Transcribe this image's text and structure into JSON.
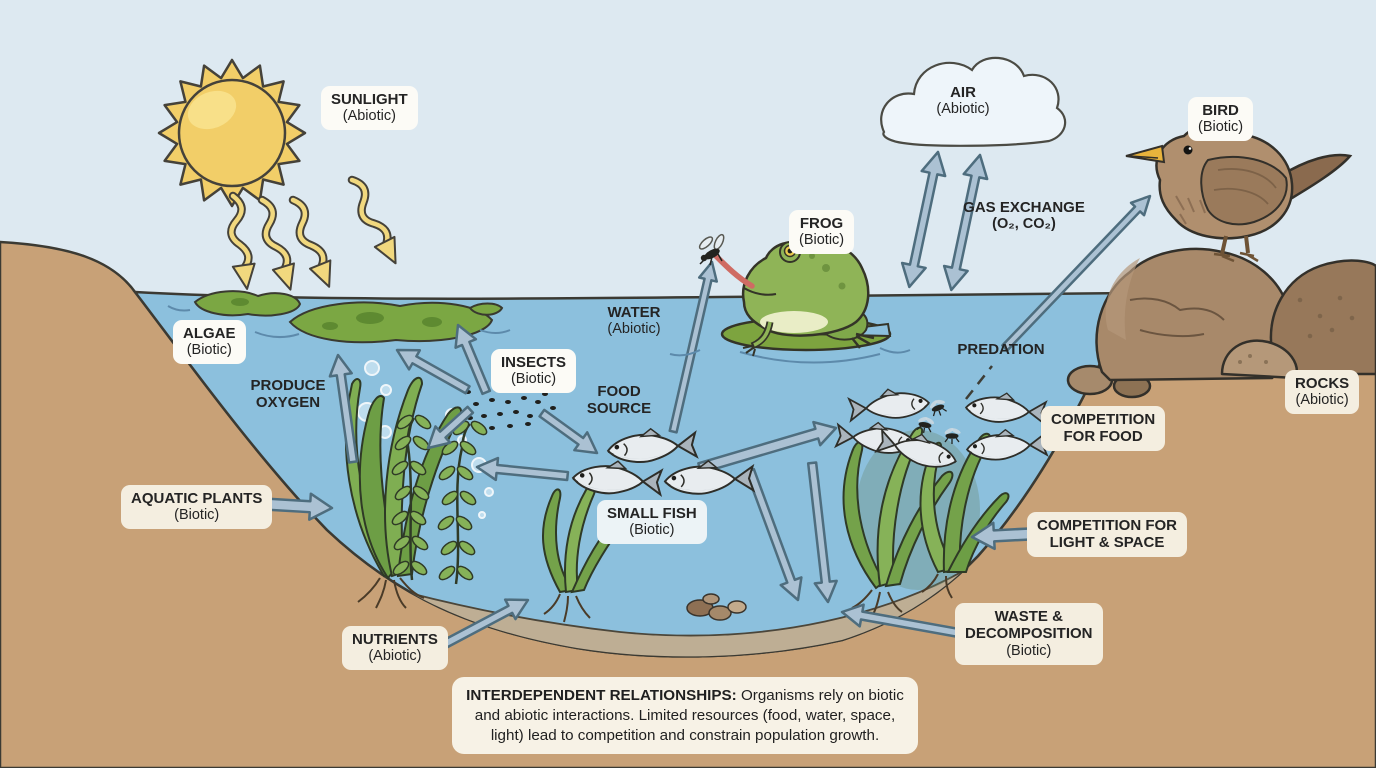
{
  "labels": {
    "sunlight": {
      "title": "SUNLIGHT",
      "subtitle": "(Abiotic)"
    },
    "air": {
      "title": "AIR",
      "subtitle": "(Abiotic)"
    },
    "bird": {
      "title": "BIRD",
      "subtitle": "(Biotic)"
    },
    "gas_exchange": {
      "title": "GAS EXCHANGE",
      "subtitle": "(O₂, CO₂)"
    },
    "frog": {
      "title": "FROG",
      "subtitle": "(Biotic)"
    },
    "water": {
      "title": "WATER",
      "subtitle": "(Abiotic)"
    },
    "algae": {
      "title": "ALGAE",
      "subtitle": "(Biotic)"
    },
    "produce_oxygen": {
      "title": "PRODUCE\nOXYGEN",
      "subtitle": ""
    },
    "insects": {
      "title": "INSECTS",
      "subtitle": "(Biotic)"
    },
    "food_source": {
      "title": "FOOD\nSOURCE",
      "subtitle": ""
    },
    "small_fish": {
      "title": "SMALL FISH",
      "subtitle": "(Biotic)"
    },
    "aquatic_plants": {
      "title": "AQUATIC PLANTS",
      "subtitle": "(Biotic)"
    },
    "predation": {
      "title": "PREDATION",
      "subtitle": ""
    },
    "competition_food": {
      "title": "COMPETITION\nFOR FOOD",
      "subtitle": ""
    },
    "competition_light": {
      "title": "COMPETITION FOR\nLIGHT & SPACE",
      "subtitle": ""
    },
    "rocks": {
      "title": "ROCKS",
      "subtitle": "(Abiotic)"
    },
    "waste": {
      "title": "WASTE &\nDECOMPOSITION",
      "subtitle": "(Biotic)"
    },
    "nutrients": {
      "title": "NUTRIENTS",
      "subtitle": "(Abiotic)"
    }
  },
  "note": {
    "lead": "INTERDEPENDENT RELATIONSHIPS:",
    "body": "Organisms rely on biotic and abiotic interactions. Limited resources (food, water, space, light) lead to competition and constrain population growth."
  },
  "relationships": [
    {
      "from": "sunlight",
      "to": "algae-water-surface"
    },
    {
      "from": "water",
      "to": "air",
      "meaning": "gas exchange (O₂, CO₂)",
      "bidirectional": true
    },
    {
      "from": "algae",
      "to": "water",
      "meaning": "produce oxygen"
    },
    {
      "from": "insects",
      "to": "algae"
    },
    {
      "from": "insects",
      "to": "aquatic-plants"
    },
    {
      "from": "insects",
      "to": "small-fish",
      "meaning": "food source"
    },
    {
      "from": "small-fish",
      "to": "frog",
      "meaning": "food source"
    },
    {
      "from": "small-fish",
      "to": "fish-school",
      "meaning": "competition for food"
    },
    {
      "from": "small-fish",
      "to": "aquatic-plants"
    },
    {
      "from": "fish-school",
      "to": "bird",
      "meaning": "predation"
    },
    {
      "from": "frog-and-fish",
      "to": "sediment",
      "meaning": "waste & decomposition"
    },
    {
      "from": "nutrients",
      "to": "plant-roots"
    }
  ],
  "colors": {
    "sky": "#dde9f1",
    "water": "#8cc0dd",
    "ground": "#c8a177",
    "silt": "#beae94",
    "silt_dark": "#92836e",
    "sun": "#f2ce68",
    "arrow": "#abc1d3",
    "algae": "#7ba743",
    "label_bg": "#fcfbf6",
    "label_bg_tan": "#f4eee0"
  }
}
